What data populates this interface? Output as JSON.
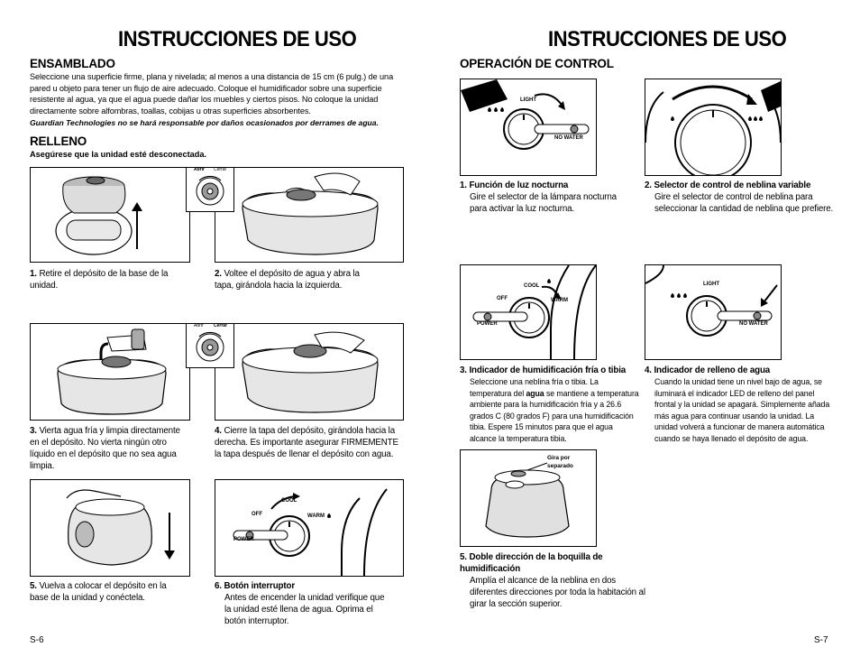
{
  "left": {
    "title": "INSTRUCCIONES DE USO",
    "assembly": {
      "heading": "ENSAMBLADO",
      "text": "Seleccione una superficie firme, plana y nivelada; al menos a una distancia de 15 cm (6 pulg.) de una pared u objeto para tener un flujo de aire adecuado. Coloque el humidificador sobre una superficie resistente al agua, ya que el agua puede dañar los muebles y ciertos pisos. No coloque la unidad directamente sobre alfombras, toallas, cobijas u otras superficies absorbentes.",
      "disclaimer": "Guardian Technologies no se hará responsable por daños ocasionados por derrames de agua."
    },
    "refill": {
      "heading": "RELLENO",
      "subheading": "Asegúrese que la unidad esté desconectada."
    },
    "steps": [
      {
        "num": "1.",
        "text": "Retire el depósito de la base de la unidad."
      },
      {
        "num": "2.",
        "text": "Voltee el depósito de agua y abra la tapa, girándola hacia la izquierda."
      },
      {
        "num": "3.",
        "text": "Vierta agua fría y limpia directamente en el depósito. No vierta ningún otro líquido en el depósito que no sea agua limpia."
      },
      {
        "num": "4.",
        "text": "Cierre la tapa del depósito, girándola hacia la derecha. Es importante asegurar FIRMEMENTE la tapa después de llenar el depósito con agua."
      },
      {
        "num": "5.",
        "text": "Vuelva a colocar el depósito en la base de la unidad y conéctela."
      },
      {
        "num": "6.",
        "title": "Botón interruptor",
        "text": "Antes de encender la unidad verifique que la unidad esté llena de agua. Oprima el botón interruptor."
      }
    ],
    "dial_labels": {
      "open": "Abrir",
      "close": "Cerrar"
    },
    "page_number": "S-6"
  },
  "right": {
    "title": "INSTRUCCIONES DE USO",
    "control": {
      "heading": "OPERACIÓN DE CONTROL",
      "items": [
        {
          "num": "1.",
          "title": "Función de luz nocturna",
          "text": "Gire el selector de la lámpara nocturna para activar la luz nocturna."
        },
        {
          "num": "2.",
          "title": "Selector de control de neblina variable",
          "text": "Gire el selector de control de neblina para seleccionar la cantidad de neblina que prefiere."
        },
        {
          "num": "3.",
          "title": "Indicador de humidificación fría o tibia",
          "text_a": "Seleccione una neblina fría o tibia. La temperatura del ",
          "text_b": "agua",
          "text_c": " se mantiene a temperatura ambiente para la humidificación fría y a 26.6 grados C (80 grados F) para una humidificación tibia. Espere 15 minutos para que el agua alcance la temperatura tibia."
        },
        {
          "num": "4.",
          "title": "Indicador de relleno de agua",
          "text": "Cuando la unidad tiene un nivel bajo de agua, se iluminará el indicador LED de relleno del panel frontal y la unidad se apagará. Simplemente añada más agua para continuar usando la unidad. La unidad volverá a funcionar de manera automática cuando se haya llenado el depósito de agua."
        },
        {
          "num": "5.",
          "title": "Doble dirección de la boquilla de humidificación",
          "text": "Amplía el alcance de la neblina en dos diferentes direcciones por toda la habitación al girar la sección superior."
        }
      ]
    },
    "panel_labels": {
      "light": "LIGHT",
      "no_water": "NO WATER",
      "cool": "COOL",
      "warm": "WARM",
      "off": "OFF",
      "power": "POWER",
      "rotate": "Gira por separado"
    },
    "page_number": "S-7"
  }
}
